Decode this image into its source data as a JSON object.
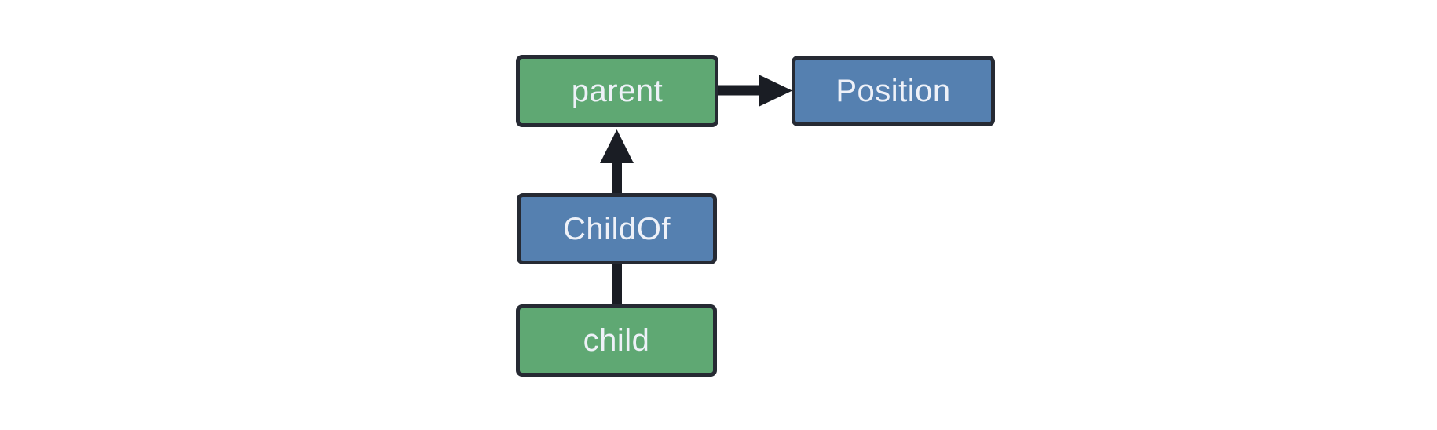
{
  "diagram": {
    "type": "graph",
    "background_color": "#ffffff",
    "nodes": [
      {
        "id": "parent",
        "label": "parent",
        "shape": "rounded-rect",
        "fill": "#5fa873",
        "text_color": "#eef1f8"
      },
      {
        "id": "position",
        "label": "Position",
        "shape": "rounded-rect",
        "fill": "#5580b0",
        "text_color": "#eef1f8"
      },
      {
        "id": "childof",
        "label": "ChildOf",
        "shape": "rounded-rect",
        "fill": "#5580b0",
        "text_color": "#eef1f8"
      },
      {
        "id": "child",
        "label": "child",
        "shape": "rounded-rect",
        "fill": "#5fa873",
        "text_color": "#eef1f8"
      }
    ],
    "edges": [
      {
        "from": "parent",
        "to": "position",
        "direction": "right",
        "arrowhead": true
      },
      {
        "from": "childof",
        "to": "parent",
        "direction": "up",
        "arrowhead": true
      },
      {
        "from": "child",
        "to": "childof",
        "direction": "up",
        "arrowhead": false
      }
    ],
    "colors": {
      "node_border": "#262a33",
      "edge": "#1a1d24",
      "entity_fill_green": "#5fa873",
      "component_fill_blue": "#5580b0",
      "label_text": "#eef1f8"
    }
  }
}
